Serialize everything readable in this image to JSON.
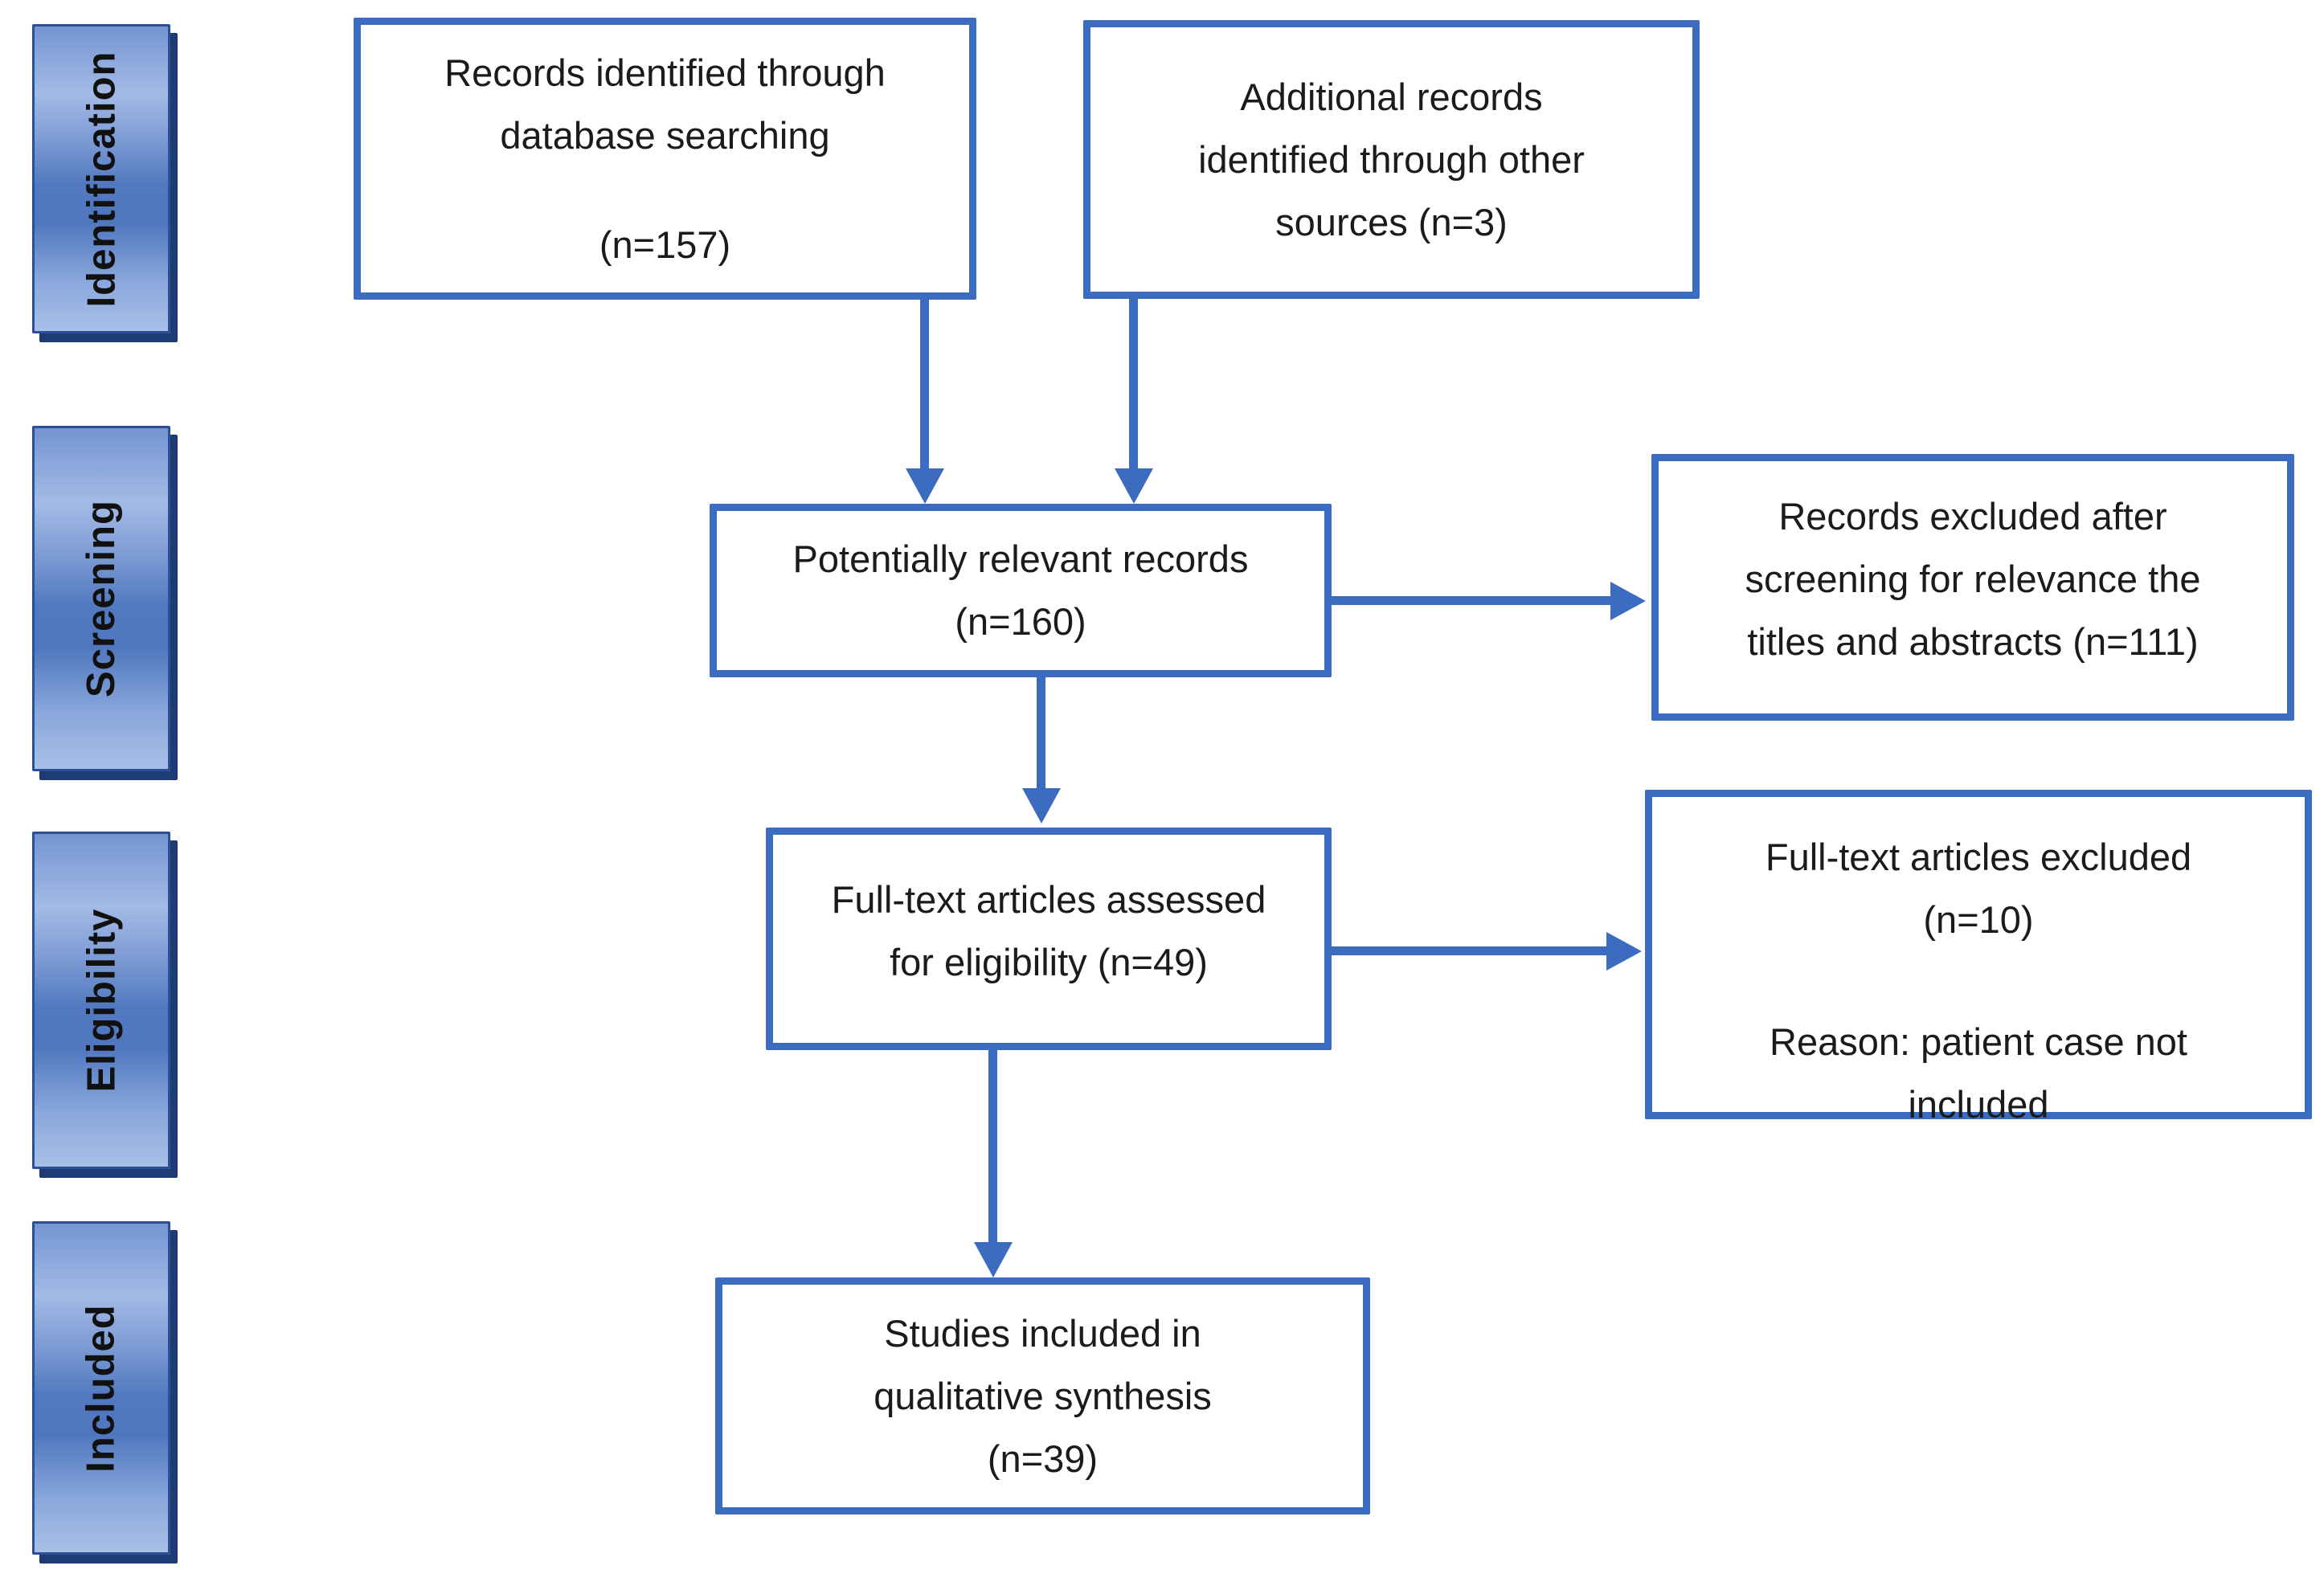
{
  "colors": {
    "accent_blue": "#3c6cc0",
    "sidebar_border": "#2b4f94",
    "sidebar_shadow": "#1e3c74",
    "sidebar_gradient_light": "#a9bfe8",
    "sidebar_gradient_dark": "#4f76be",
    "text": "#1b1b1b"
  },
  "sidebar": {
    "stages": [
      {
        "label": "Identification"
      },
      {
        "label": "Screening"
      },
      {
        "label": "Eligibility"
      },
      {
        "label": "Included"
      }
    ]
  },
  "boxes": {
    "identified": {
      "lines": [
        "Records identified through",
        "database searching"
      ],
      "count": "(n=157)"
    },
    "additional": {
      "lines": [
        "Additional records",
        "identified through other",
        "sources (n=3)"
      ]
    },
    "relevant": {
      "lines": [
        "Potentially relevant records",
        "(n=160)"
      ]
    },
    "screen_excluded": {
      "lines": [
        "Records excluded after",
        "screening for relevance the",
        "titles and abstracts (n=111)"
      ]
    },
    "fulltext": {
      "lines": [
        "Full-text articles assessed",
        "for eligibility (n=49)"
      ]
    },
    "fulltext_excluded": {
      "lines": [
        "Full-text articles excluded",
        "(n=10)"
      ],
      "reason": [
        "Reason: patient case not",
        "included"
      ]
    },
    "included_studies": {
      "lines": [
        "Studies included in",
        "qualitative synthesis",
        "(n=39)"
      ]
    }
  }
}
